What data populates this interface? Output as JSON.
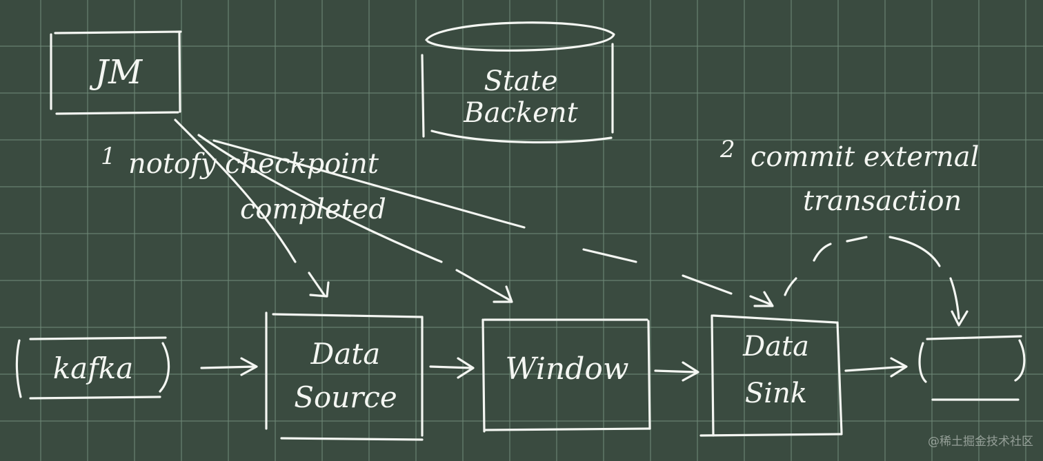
{
  "nodes": {
    "jm": "JM",
    "state_backend": [
      "State",
      "Backent"
    ],
    "kafka": "kafka",
    "data_source": [
      "Data",
      "Source"
    ],
    "window": "Window",
    "data_sink": [
      "Data",
      "Sink"
    ],
    "external_store": ""
  },
  "annotations": {
    "step1_number": "1",
    "step1_text": [
      "notofy checkpoint",
      "completed"
    ],
    "step2_number": "2",
    "step2_text": [
      "commit external",
      "transaction"
    ]
  },
  "watermark": "@稀土掘金技术社区",
  "colors": {
    "board": "#3a4b40",
    "grid": "#6e8776",
    "chalk": "#f4f6f2"
  }
}
